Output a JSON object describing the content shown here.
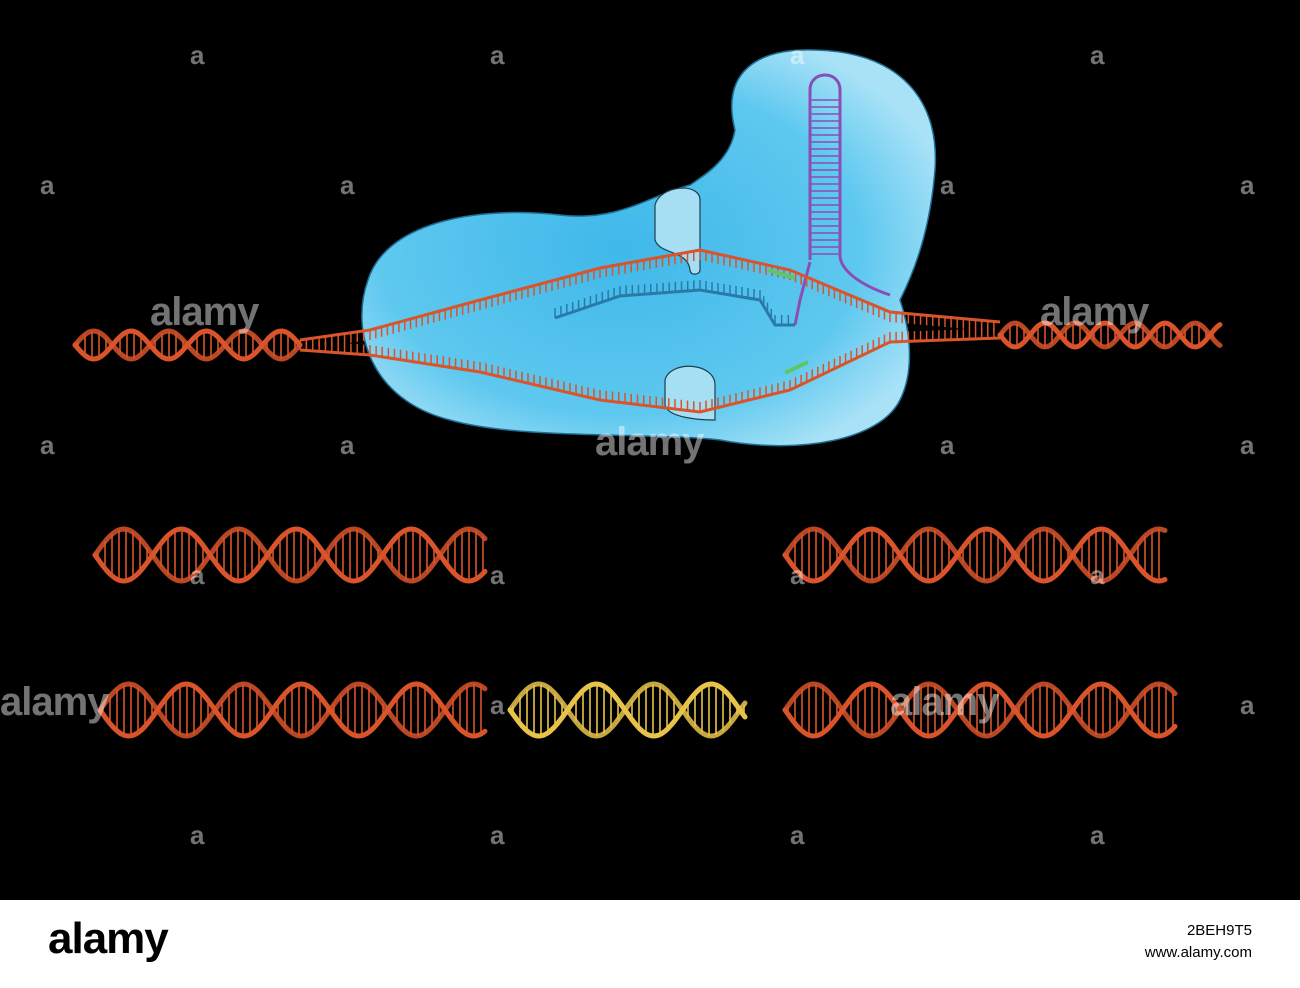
{
  "colors": {
    "background": "#000000",
    "protein": "#5ec8ef",
    "dna_strand": "#d9542a",
    "guide_rna": "#2a7aa8",
    "rna_loop": "#8a4fb4",
    "pam_marker": "#5cc765",
    "inserted_dna": "#e8c34a"
  },
  "diagram": {
    "panels": [
      {
        "id": "binding",
        "description_key": "cas9-bound-dna"
      },
      {
        "id": "cut",
        "description_key": "double-strand-break"
      },
      {
        "id": "repair",
        "description_key": "insert-repaired"
      }
    ]
  },
  "watermark": {
    "brand": "alamy",
    "mark": "a"
  },
  "footer": {
    "logo": "alamy",
    "image_id": "2BEH9T5",
    "site": "www.alamy.com"
  }
}
